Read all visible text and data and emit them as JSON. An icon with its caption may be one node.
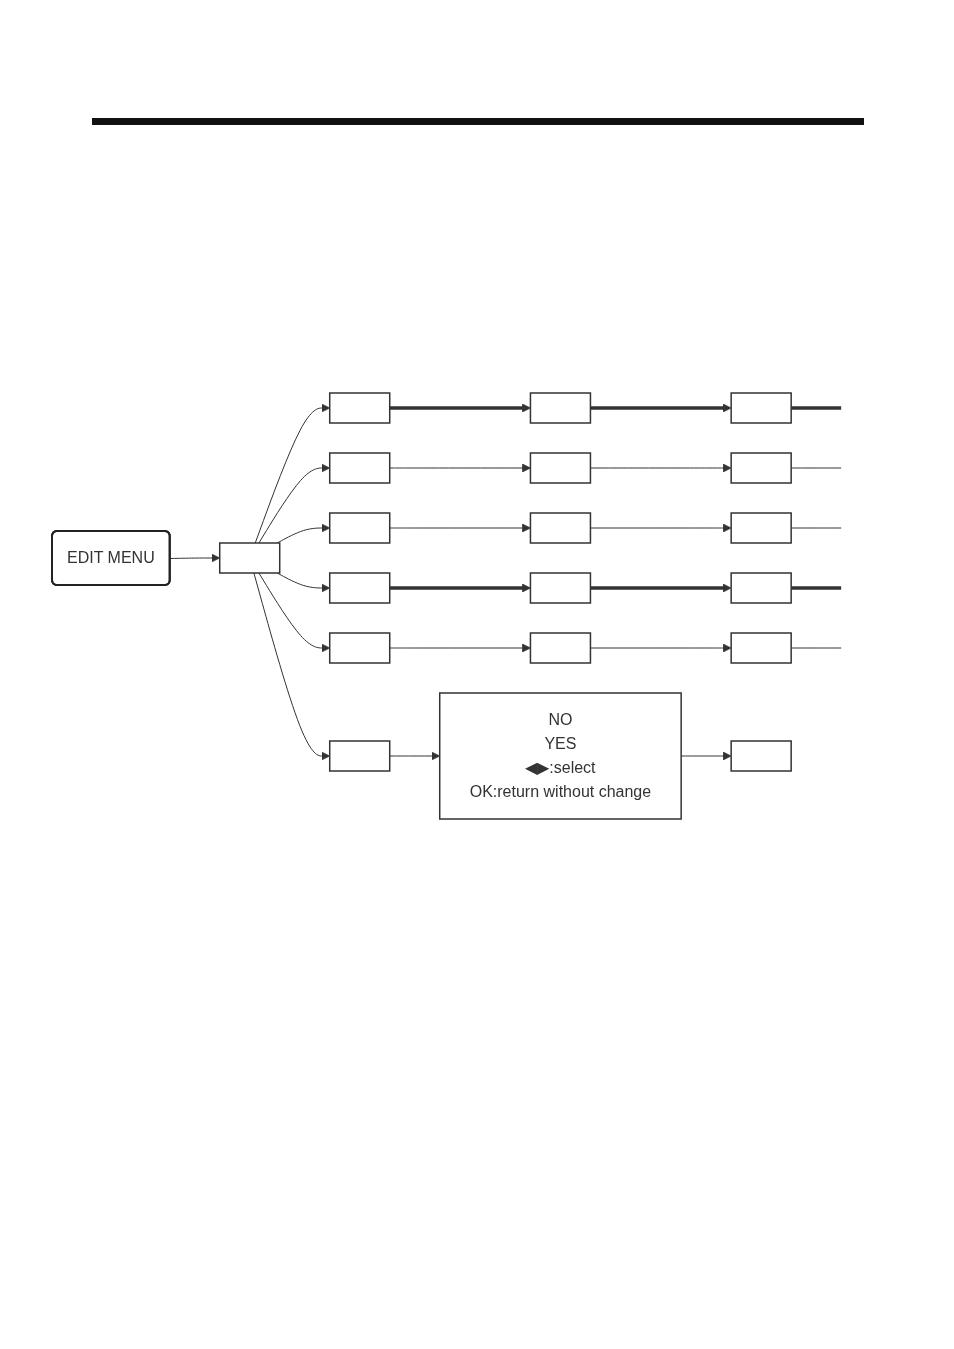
{
  "diagram": {
    "nodes": [
      {
        "text": [
          "EDIT MENU"
        ]
      },
      {
        "text": [],
        "shape": "box"
      },
      {
        "text": [],
        "shape": "box"
      },
      {
        "text": [],
        "shape": "box"
      },
      {
        "text": [],
        "shape": "box"
      },
      {
        "text": [],
        "shape": "box"
      },
      {
        "text": [],
        "shape": "box"
      },
      {
        "text": [],
        "shape": "box"
      },
      {
        "text": [],
        "shape": "box"
      },
      {
        "text": [],
        "shape": "box"
      },
      {
        "text": [],
        "shape": "box"
      },
      {
        "text": [],
        "shape": "box"
      },
      {
        "text": [],
        "shape": "box"
      },
      {
        "text": [],
        "shape": "box"
      },
      {
        "text": [],
        "shape": "box"
      },
      {
        "text": [],
        "shape": "box"
      },
      {
        "text": [],
        "shape": "box"
      },
      {
        "text": [],
        "shape": "box"
      },
      {
        "text": [
          "NO",
          "YES",
          "◀▶:select",
          "OK:return without change"
        ]
      },
      {
        "text": [],
        "shape": "box"
      }
    ],
    "edges": [
      {
        "from": 0,
        "to": 1,
        "arrow": "to"
      },
      {
        "from": 1,
        "to": 2,
        "arrow": "to"
      },
      {
        "from": 1,
        "to": 5,
        "arrow": "to"
      },
      {
        "from": 1,
        "to": 8,
        "arrow": "to"
      },
      {
        "from": 1,
        "to": 11,
        "arrow": "to"
      },
      {
        "from": 1,
        "to": 14,
        "arrow": "to"
      },
      {
        "from": 1,
        "to": 17,
        "arrow": "to"
      },
      {
        "from": 2,
        "to": 3,
        "arrow": "to",
        "style": "thick"
      },
      {
        "from": 3,
        "to": 4,
        "arrow": "to",
        "style": "thick"
      },
      {
        "from": 4,
        "to": null,
        "arrow": "none",
        "style": "thick"
      },
      {
        "from": 5,
        "to": 6,
        "arrow": "to"
      },
      {
        "from": 6,
        "to": 7,
        "arrow": "to"
      },
      {
        "from": 7,
        "to": null,
        "arrow": "none"
      },
      {
        "from": 8,
        "to": 9,
        "arrow": "to"
      },
      {
        "from": 9,
        "to": 10,
        "arrow": "to"
      },
      {
        "from": 10,
        "to": null,
        "arrow": "none"
      },
      {
        "from": 11,
        "to": 12,
        "arrow": "to",
        "style": "thick"
      },
      {
        "from": 12,
        "to": 13,
        "arrow": "to",
        "style": "thick"
      },
      {
        "from": 13,
        "to": null,
        "arrow": "none",
        "style": "thick"
      },
      {
        "from": 14,
        "to": 15,
        "arrow": "to"
      },
      {
        "from": 15,
        "to": 16,
        "arrow": "to"
      },
      {
        "from": 16,
        "to": null,
        "arrow": "none"
      },
      {
        "from": 17,
        "to": 18,
        "arrow": "to"
      },
      {
        "from": 18,
        "to": 19,
        "arrow": "to"
      }
    ]
  }
}
